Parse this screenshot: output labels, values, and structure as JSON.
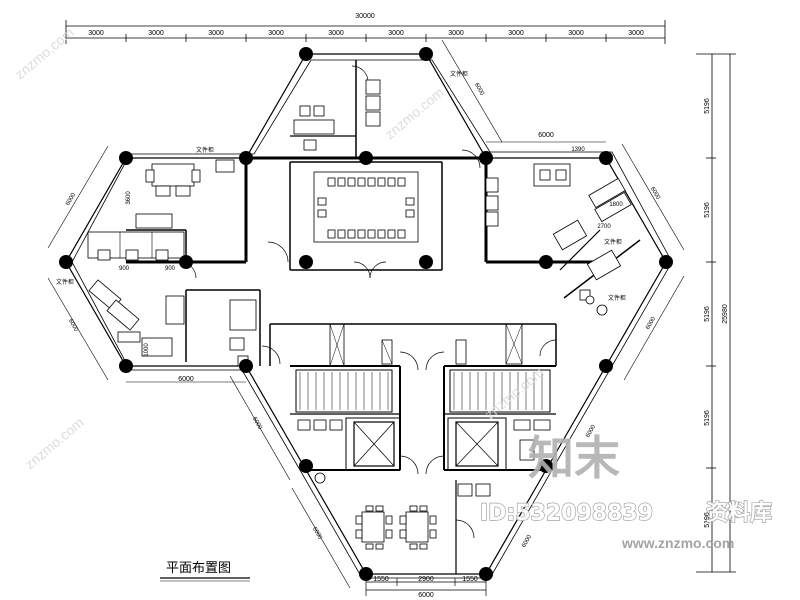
{
  "drawing_title": "平面布置图",
  "dimensions": {
    "top_overall": "30000",
    "top_segments": [
      "3000",
      "3000",
      "3000",
      "3000",
      "3000",
      "3000",
      "3000",
      "3000",
      "3000",
      "3000"
    ],
    "right_overall": "25980",
    "right_segments": [
      "5196",
      "5196",
      "5196",
      "5196",
      "5196"
    ],
    "bottom_overall": "6000",
    "bottom_segments": [
      "1550",
      "2900",
      "1550"
    ],
    "left_mid": "6000",
    "right_mid": "6000",
    "inner_1390": "1390",
    "inner_900a": "900",
    "inner_900b": "900",
    "inner_3600": "3600",
    "inner_1000": "1000",
    "diag_upper_left": "6000",
    "diag_left": "6000",
    "diag_lower_left": "6000",
    "diag_lower_left2": "6000",
    "diag_upper_right": "6000",
    "diag_right": "6000",
    "diag_right2": "6000",
    "diag_right3": "6000",
    "diag_lower_right": "6000",
    "inner_1800": "1800",
    "inner_2700": "2700"
  },
  "room_labels": {
    "bookshelf_a": "文件柜",
    "bookshelf_b": "文件柜",
    "bookshelf_c": "文件柜",
    "bookshelf_d": "文件柜",
    "bookshelf_e": "文件柜"
  },
  "watermark": {
    "logo_text": "知末",
    "id_text": "ID:532098839",
    "suffix_text": "资料库",
    "url_text": "www.znzmo.com",
    "diag_text": "znzmo.com"
  }
}
